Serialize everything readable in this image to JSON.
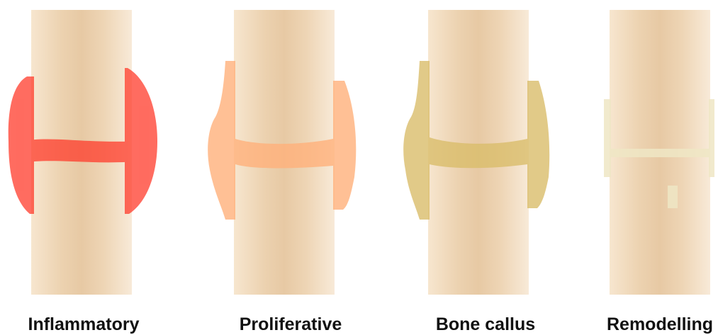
{
  "stages": [
    {
      "label": "Inflammatory",
      "color": "#ff3b2b"
    },
    {
      "label": "Proliferative",
      "color": "#ffb07a"
    },
    {
      "label": "Bone callus",
      "color": "#d9bd6a"
    },
    {
      "label": "Remodelling",
      "color": "#efe6c4"
    }
  ],
  "colors": {
    "bone_base": "#f3dcc0",
    "bone_dark": "#e8c9a2",
    "bone_light": "#f8ead8",
    "background": "#ffffff"
  }
}
